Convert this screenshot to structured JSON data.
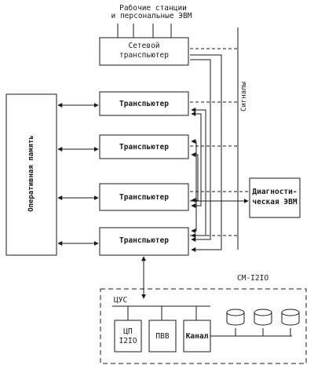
{
  "header": {
    "line1": "Рабочие станции",
    "line2": "и персональные  ЭВМ"
  },
  "network_transputer": {
    "line1": "Сетевой",
    "line2": "транспьютер"
  },
  "transputers": [
    {
      "label": "Транспьютер"
    },
    {
      "label": "Транспьютер"
    },
    {
      "label": "Транспьютер"
    },
    {
      "label": "Транспьютер"
    }
  ],
  "memory": {
    "label": "Оперативная память"
  },
  "signals": {
    "label": "Сигналы"
  },
  "diagnostic": {
    "line1": "Диагности-",
    "line2": "ческая ЭВМ"
  },
  "system": {
    "title": "СМ-I2IO",
    "bus": "ЦУС",
    "cpu_line1": "ЦП",
    "cpu_line2": "I2IO",
    "io_processor": "ПВВ",
    "channel": "Канал"
  },
  "colors": {
    "ink": "#1a1a1a",
    "background": "#ffffff"
  }
}
